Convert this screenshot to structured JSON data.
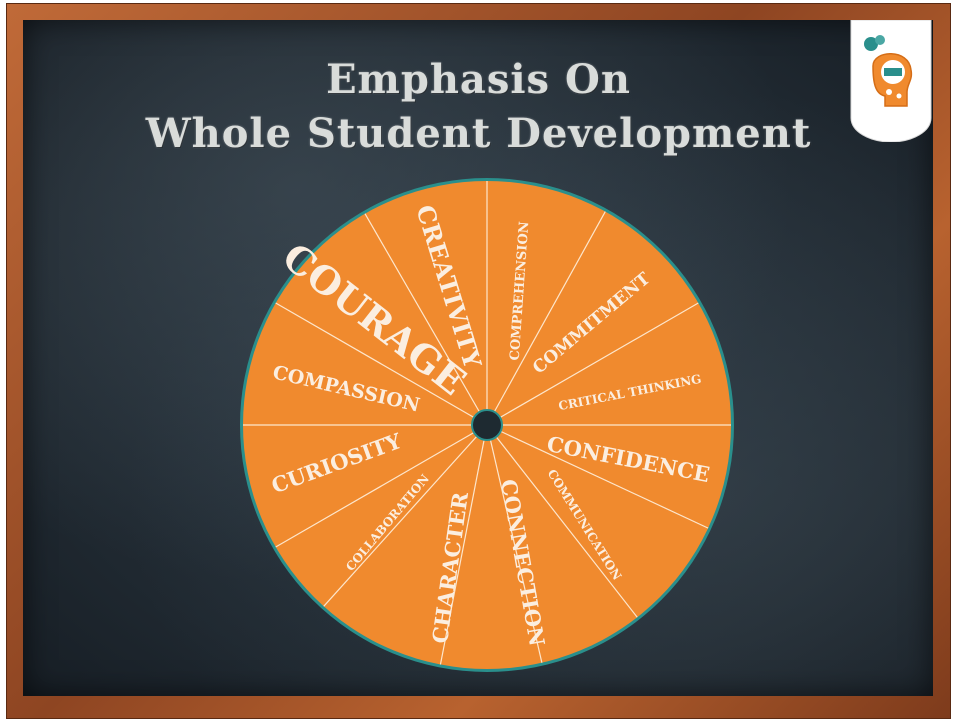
{
  "title": {
    "line1": "Emphasis On",
    "line2": "Whole Student Development"
  },
  "colors": {
    "wheel_fill": "#f08a2e",
    "wheel_rim": "#2a8f8c",
    "divider": "#fde6cc",
    "board": "#1f2830",
    "frame": "#a4552a"
  },
  "logo": {
    "icon": "brain-head-logo-icon"
  },
  "wheel": {
    "labels": [
      "COURAGE",
      "CREATIVITY",
      "COMPREHENSION",
      "COMMITMENT",
      "CRITICAL THINKING",
      "COMPASSION",
      "CONFIDENCE",
      "CURIOSITY",
      "COMMUNICATION",
      "COLLABORATION",
      "CHARACTER",
      "CONNECTION"
    ]
  }
}
